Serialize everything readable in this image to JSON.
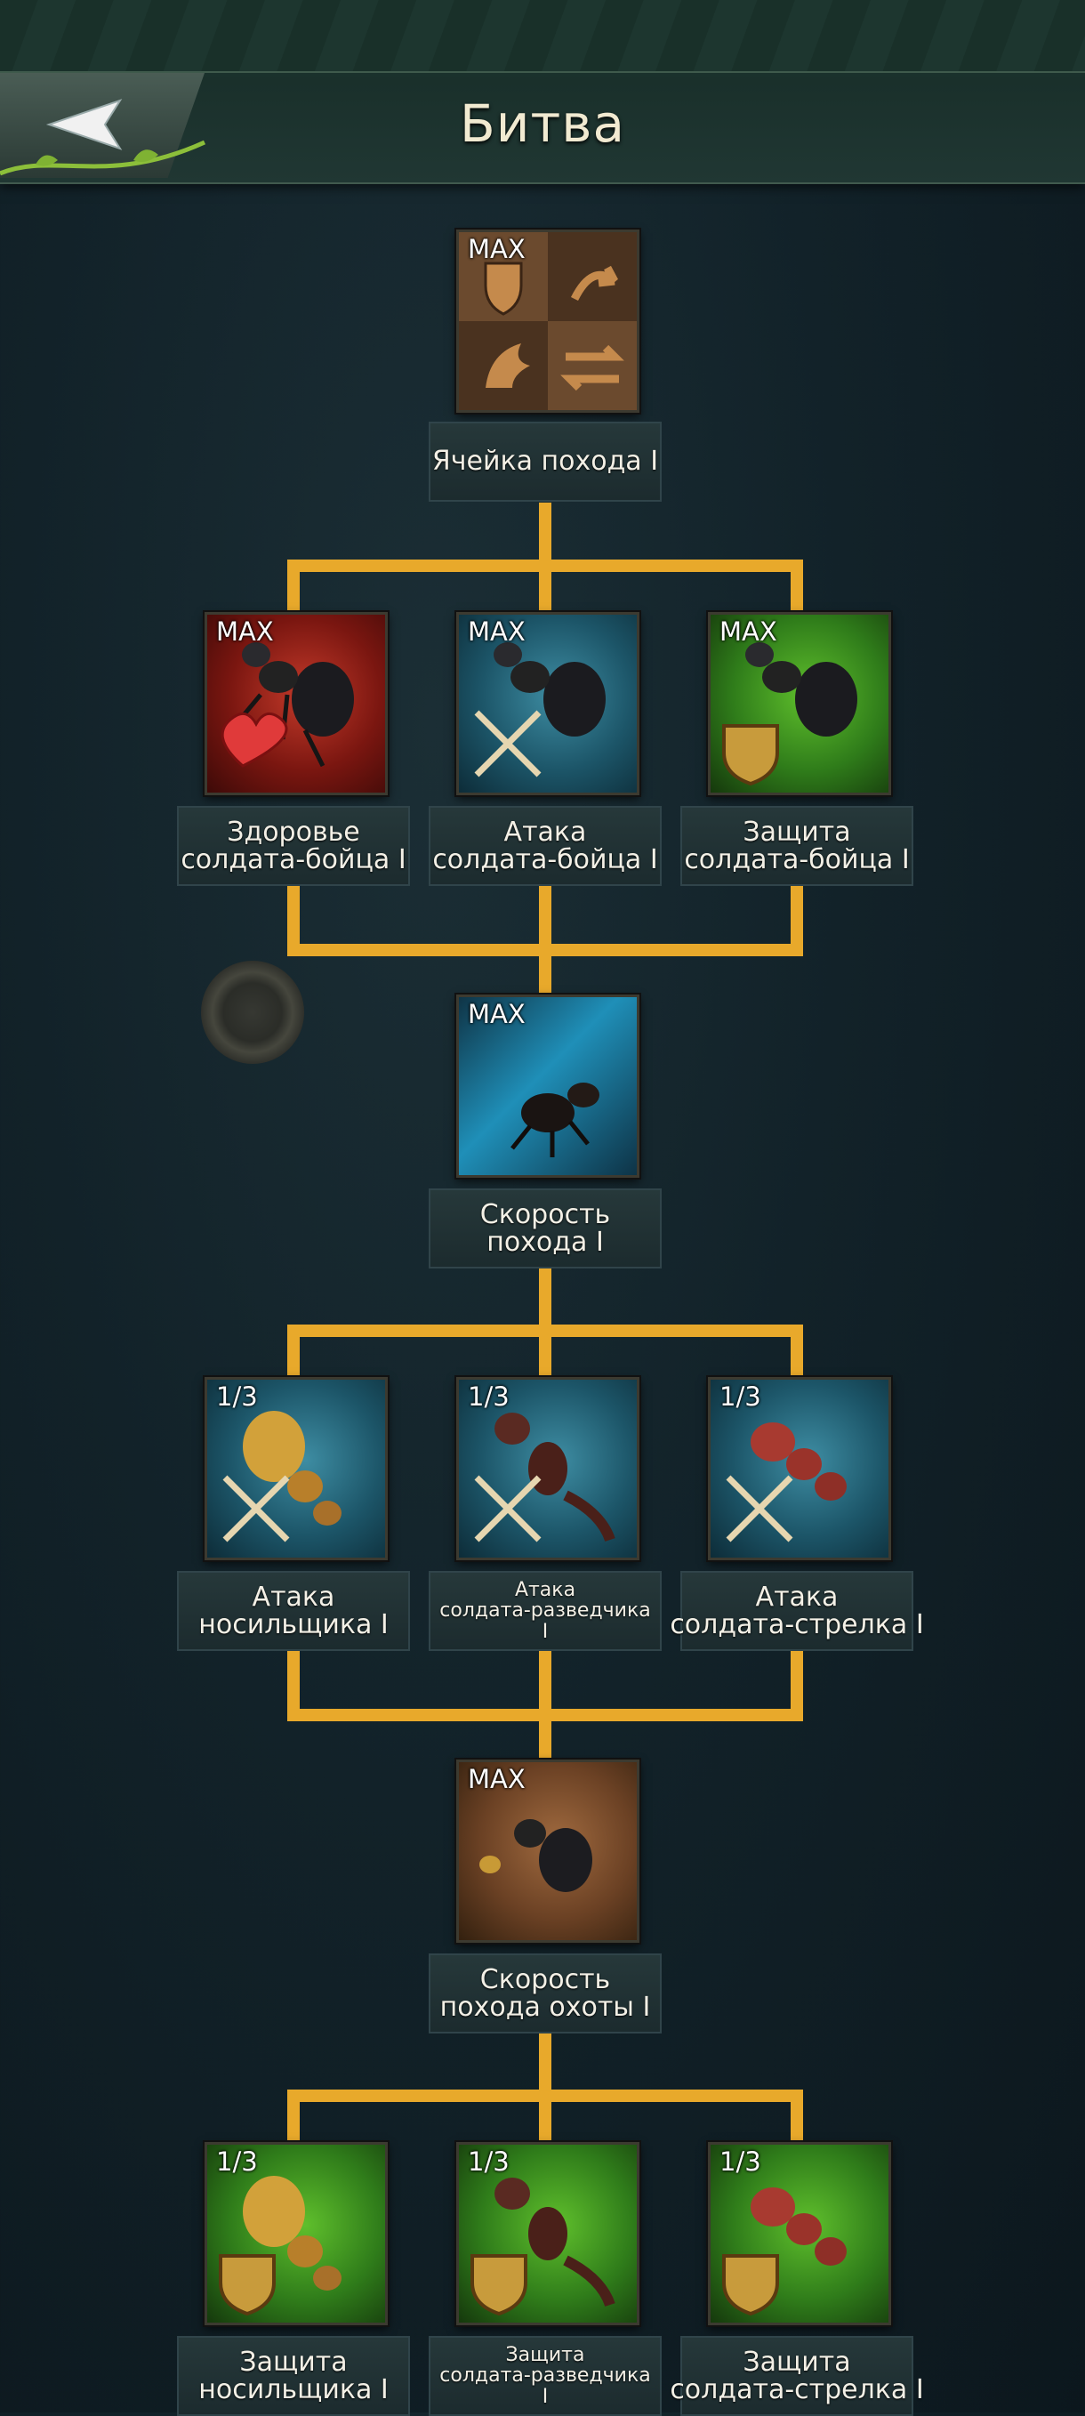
{
  "header": {
    "title": "Битва"
  },
  "colors": {
    "connector": "#e8a92b",
    "label_text": "#f3f0e6"
  },
  "nodes": [
    {
      "id": "march-slot",
      "level": "MAX",
      "name_lines": [
        "Ячейка похода I"
      ]
    },
    {
      "id": "soldier-health",
      "level": "MAX",
      "name_lines": [
        "Здоровье",
        "солдата-бойца I"
      ]
    },
    {
      "id": "soldier-attack",
      "level": "MAX",
      "name_lines": [
        "Атака",
        "солдата-бойца I"
      ]
    },
    {
      "id": "soldier-defense",
      "level": "MAX",
      "name_lines": [
        "Защита",
        "солдата-бойца I"
      ]
    },
    {
      "id": "march-speed",
      "level": "MAX",
      "name_lines": [
        "Скорость",
        "похода I"
      ]
    },
    {
      "id": "carrier-attack",
      "level": "1/3",
      "name_lines": [
        "Атака",
        "носильщика I"
      ]
    },
    {
      "id": "scout-attack",
      "level": "1/3",
      "name_lines": [
        "Атака",
        "солдата-разведчика",
        "I"
      ]
    },
    {
      "id": "shooter-attack",
      "level": "1/3",
      "name_lines": [
        "Атака",
        "солдата-стрелка I"
      ]
    },
    {
      "id": "hunt-march-speed",
      "level": "MAX",
      "name_lines": [
        "Скорость",
        "похода охоты I"
      ]
    },
    {
      "id": "carrier-defense",
      "level": "1/3",
      "name_lines": [
        "Защита",
        "носильщика I"
      ]
    },
    {
      "id": "scout-defense",
      "level": "1/3",
      "name_lines": [
        "Защита",
        "солдата-разведчика",
        "I"
      ]
    },
    {
      "id": "shooter-defense",
      "level": "1/3",
      "name_lines": [
        "Защита",
        "солдата-стрелка I"
      ]
    }
  ]
}
